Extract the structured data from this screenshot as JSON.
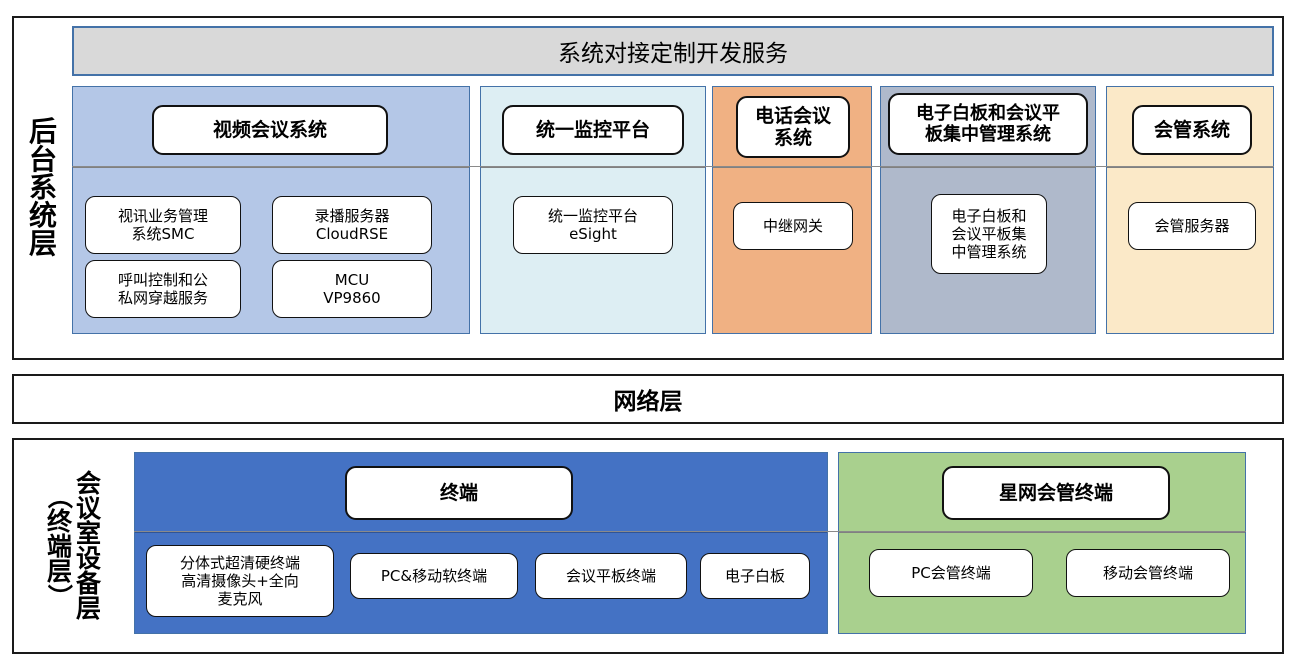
{
  "diagram": {
    "title_top_bar": "系统对接定制开发服务",
    "layers": [
      {
        "id": "backend",
        "label_lines": [
          "后台系统层"
        ]
      },
      {
        "id": "network",
        "label": "网络层"
      },
      {
        "id": "room",
        "label_lines": [
          "会议室设备层",
          "（终端层）"
        ]
      }
    ],
    "backend": {
      "side_label": "后台系统层",
      "header": "系统对接定制开发服务",
      "columns": [
        {
          "name": "video-conference",
          "title": "视频会议系统",
          "color": "#b4c7e7",
          "items": [
            "视讯业务管理\n系统SMC",
            "录播服务器\nCloudRSE",
            "呼叫控制和公\n私网穿越服务",
            "MCU\nVP9860"
          ]
        },
        {
          "name": "unified-monitoring",
          "title": "统一监控平台",
          "color": "#ddeef3",
          "items": [
            "统一监控平台\neSight"
          ]
        },
        {
          "name": "telephone-conference",
          "title": "电话会议\n系统",
          "color": "#f0b183",
          "items": [
            "中继网关"
          ]
        },
        {
          "name": "whiteboard-management",
          "title": "电子白板和会议平\n板集中管理系统",
          "color": "#afb9cb",
          "items": [
            "电子白板和\n会议平板集\n中管理系统"
          ]
        },
        {
          "name": "meeting-management",
          "title": "会管系统",
          "color": "#fbe9c8",
          "items": [
            "会管服务器"
          ]
        }
      ]
    },
    "network": {
      "label": "网络层"
    },
    "room": {
      "side_label_main": "会议室设备层",
      "side_label_sub": "（终端层）",
      "columns": [
        {
          "name": "terminal",
          "title": "终端",
          "color": "#4472c4",
          "items": [
            "分体式超清硬终端\n高清摄像头+全向\n麦克风",
            "PC&移动软终端",
            "会议平板终端",
            "电子白板"
          ]
        },
        {
          "name": "xingwang-management-terminal",
          "title": "星网会管终端",
          "color": "#a9d08e",
          "items": [
            "PC会管终端",
            "移动会管终端"
          ]
        }
      ]
    },
    "colors": {
      "frame_border": "#1a1a1a",
      "panel_border": "#4472a8",
      "grey_header": "#d9d9d9",
      "divider": "#808080"
    }
  }
}
